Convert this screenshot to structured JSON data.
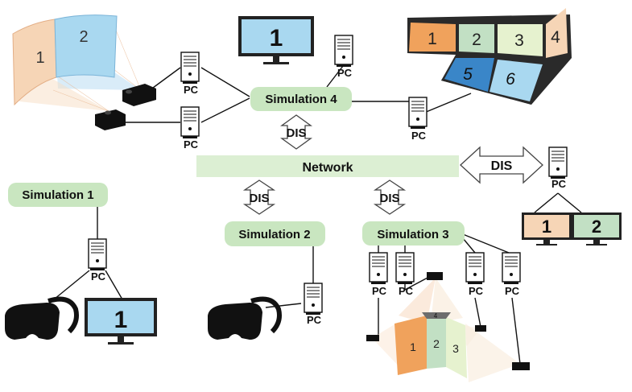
{
  "network": {
    "label": "Network"
  },
  "protocol_label": "DIS",
  "pc_label": "PC",
  "simulations": {
    "sim1": "Simulation 1",
    "sim2": "Simulation 2",
    "sim3": "Simulation 3",
    "sim4": "Simulation 4"
  },
  "screen_numbers": {
    "sim4_monitor": "1",
    "sim1_monitor": "1",
    "dual_left": "1",
    "dual_right": "2",
    "curved_left": "1",
    "curved_right": "2",
    "wall": [
      "1",
      "2",
      "3",
      "4",
      "5",
      "6"
    ],
    "cave": [
      "1",
      "2",
      "3",
      "4"
    ]
  },
  "colors": {
    "green_box": "#c9e6c0",
    "network_bar": "#dcefd3",
    "blue_screen": "#a9d8f0",
    "orange_screen": "#f6d5b6",
    "orange_dark": "#f0a25c",
    "green_screen": "#c2e0c4",
    "light_green": "#e6f2cf",
    "blue_dark": "#3a86c8"
  }
}
